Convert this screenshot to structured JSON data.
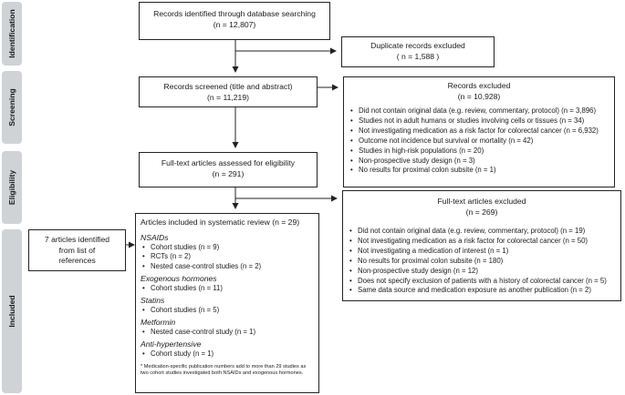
{
  "stages": [
    "Identification",
    "Screening",
    "Eligibility",
    "Included"
  ],
  "identified": {
    "line1": "Records identified through database searching",
    "line2": "(n = 12,807)"
  },
  "duplicates": {
    "line1": "Duplicate records excluded",
    "line2": "( n = 1,588 )"
  },
  "screened": {
    "line1": "Records screened (title and abstract)",
    "line2": "(n = 11,219)"
  },
  "records_excluded": {
    "title": "Records excluded",
    "count": "(n = 10,928)",
    "items": [
      "Did not contain original data (e.g. review, commentary, protocol) (n = 3,896)",
      "Studies not in adult humans or studies involving cells or tissues (n = 34)",
      "Not investigating medication as a risk factor for colorectal cancer (n = 6,932)",
      "Outcome not incidence but survival or mortality (n = 42)",
      "Studies in high-risk populations (n = 20)",
      "Non-prospective study design (n = 3)",
      "No results for proximal colon subsite (n = 1)"
    ]
  },
  "fulltext": {
    "line1": "Full-text articles assessed for eligibility",
    "line2": "(n = 291)"
  },
  "fulltext_excluded": {
    "title": "Full-text articles excluded",
    "count": "(n = 269)",
    "items": [
      "Did not contain original data (e.g. review, commentary, protocol) (n = 19)",
      "Not investigating medication as a risk factor for colorectal cancer (n = 50)",
      "Not investigating a medication of interest (n = 1)",
      "No results for proximal colon subsite (n = 180)",
      "Non-prospective study design (n = 12)",
      "Does not specify exclusion of patients with a history of colorectal cancer (n = 5)",
      "Same data source and medication exposure as another publication (n = 2)"
    ]
  },
  "other_source": {
    "line1": "7 articles identified",
    "line2": "from list of",
    "line3": "references"
  },
  "included": {
    "title": "Articles included in systematic review (n = 29)",
    "groups": [
      {
        "name": "NSAIDs",
        "items": [
          "Cohort studies (n = 9)",
          "RCTs  (n = 2)",
          "Nested case-control studies (n = 2)"
        ]
      },
      {
        "name": "Exogenous hormones",
        "items": [
          "Cohort studies (n = 11)"
        ]
      },
      {
        "name": "Statins",
        "items": [
          "Cohort studies (n = 5)"
        ]
      },
      {
        "name": "Metformin",
        "items": [
          "Nested case-control study (n = 1)"
        ]
      },
      {
        "name": "Anti-hypertensive",
        "items": [
          "Cohort study (n = 1)"
        ]
      }
    ],
    "note": "* Medication-specific publication numbers add to more than 29 studies as two cohort studies investigated both NSAIDs and exogenous hormones."
  }
}
